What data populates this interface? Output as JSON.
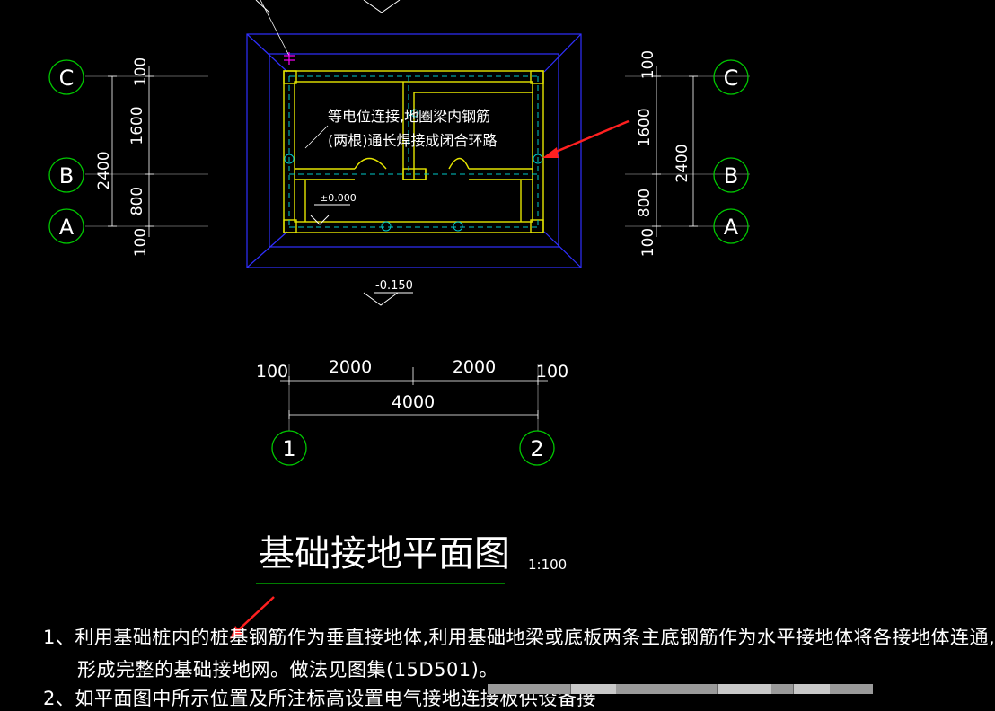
{
  "plan": {
    "title": "基础接地平面图",
    "scale": "1:100",
    "annotation_line1": "等电位连接,地圈梁内钢筋",
    "annotation_line2": "(两根)通长焊接成闭合环路",
    "level_inner": "±0.000",
    "level_outer": "-0.150"
  },
  "axes_left": {
    "labels": [
      "C",
      "B",
      "A"
    ],
    "dims": [
      "100",
      "1600",
      "800",
      "100"
    ],
    "total": "2400"
  },
  "axes_right": {
    "labels": [
      "C",
      "B",
      "A"
    ],
    "dims": [
      "100",
      "1600",
      "800",
      "100"
    ],
    "total": "2400"
  },
  "axes_bottom": {
    "labels": [
      "1",
      "2"
    ],
    "dims": [
      "100",
      "2000",
      "2000",
      "100"
    ],
    "total": "4000"
  },
  "notes": {
    "line1": "1、利用基础桩内的桩基钢筋作为垂直接地体,利用基础地梁或底板两条主底钢筋作为水平接地体将各接地体连通,",
    "line2": "形成完整的基础接地网。做法见图集(15D501)。",
    "line3": "2、如平面图中所示位置及所注标高设置电气接地连接板供设备接"
  },
  "colors": {
    "grid": "#00c800",
    "dim": "#ffffff",
    "wall": "#e6e600",
    "outline": "#3030ff",
    "ring": "#00c8c8",
    "arrow": "#ff2020",
    "marker": "#ff00ff"
  }
}
